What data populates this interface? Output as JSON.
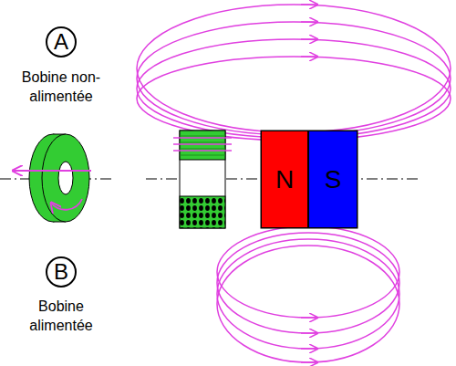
{
  "diagram": {
    "nodes": [
      {
        "text": [
          "A"
        ]
      },
      {
        "text": [
          "B"
        ]
      },
      {
        "text": [
          "N"
        ]
      },
      {
        "text": [
          "S"
        ]
      }
    ],
    "labels": [
      "Bobine non-alimentée",
      "Bobine alimentée"
    ]
  }
}
